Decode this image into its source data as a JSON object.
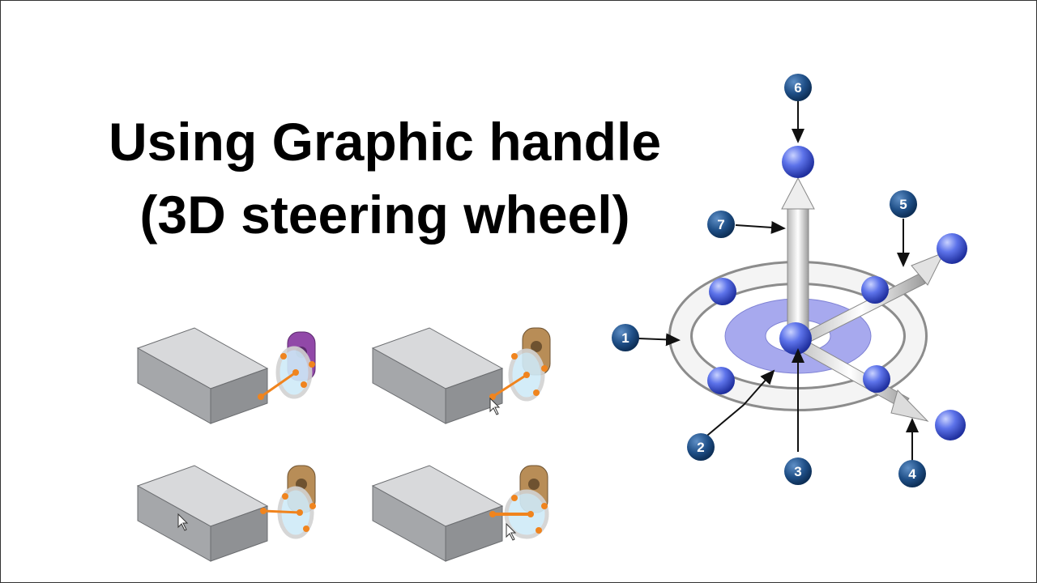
{
  "slide": {
    "title_line1": "Using Graphic handle",
    "title_line2": "(3D steering wheel)"
  },
  "diagram": {
    "callouts": [
      "1",
      "2",
      "3",
      "4",
      "5",
      "6",
      "7"
    ]
  },
  "colors": {
    "callout_fill": "#1f4f87",
    "handle_sphere": "#4d63e0",
    "inner_disk": "#a7a9ee",
    "block_top": "#d8d9db",
    "block_side": "#8f9194",
    "handle_point": "#f0841e",
    "bracket_purple": "#9148a8",
    "bracket_bronze": "#b88d57"
  },
  "icons": [
    "mouse-cursor-icon"
  ]
}
